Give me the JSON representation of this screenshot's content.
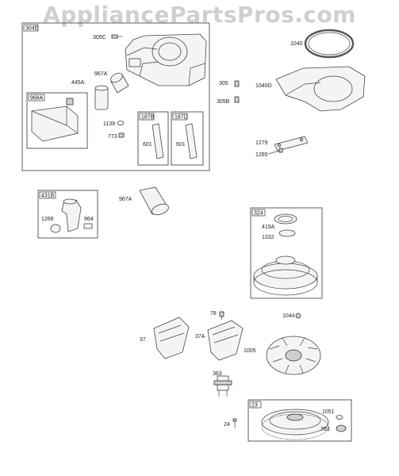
{
  "watermark": "AppliancePartsPros.com",
  "boxes": {
    "b304e": "304E",
    "b968a": "968A",
    "b187b": "187B",
    "b187d": "187D",
    "b431b": "431B",
    "b324": "324",
    "b23": "23"
  },
  "labels": {
    "p305c": "305C",
    "p967a_top": "967A",
    "p445a": "445A",
    "p1139": "1139",
    "p773": "773",
    "p601a": "601",
    "p601b": "601",
    "p1040": "1040",
    "p305": "305",
    "p1040d": "1040D",
    "p305b": "305B",
    "p1279": "1279",
    "p1265": "1265",
    "p1266": "1266",
    "p964": "964",
    "p967a_mid": "967A",
    "p415a": "415A",
    "p1332": "1332",
    "p78": "78",
    "p1044": "1044",
    "p37": "37",
    "p37a": "37A",
    "p1005": "1005",
    "p363": "363",
    "p1051": "1051",
    "p783": "783",
    "p24": "24"
  }
}
